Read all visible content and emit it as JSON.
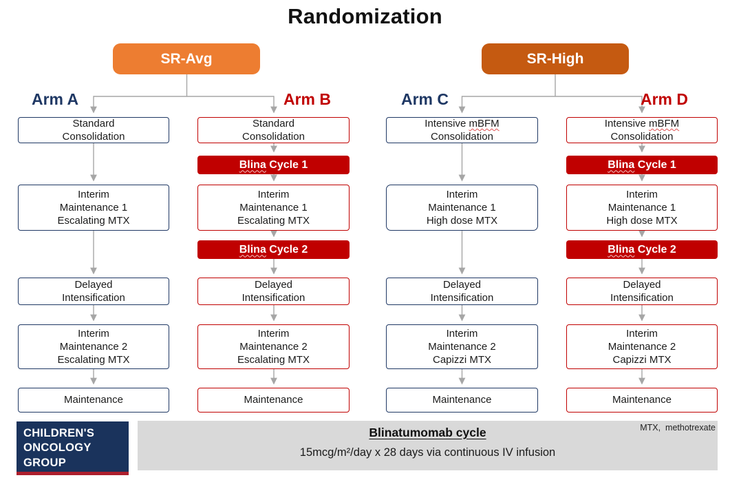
{
  "title": "Randomization",
  "risk_groups": {
    "sr_avg": {
      "label": "SR-Avg",
      "color": "#ED7D31"
    },
    "sr_high": {
      "label": "SR-High",
      "color": "#C55A11"
    }
  },
  "arms": {
    "a": {
      "label": "Arm A",
      "steps": {
        "consolidation": "Standard\nConsolidation",
        "im1": "Interim\nMaintenance 1\nEscalating MTX",
        "di": "Delayed\nIntensification",
        "im2": "Interim\nMaintenance 2\nEscalating MTX",
        "maintenance": "Maintenance"
      }
    },
    "b": {
      "label": "Arm B",
      "steps": {
        "consolidation": "Standard\nConsolidation",
        "blina1": {
          "wavy": "Blina",
          "rest": " Cycle 1"
        },
        "im1": "Interim\nMaintenance 1\nEscalating MTX",
        "blina2": {
          "wavy": "Blina",
          "rest": " Cycle 2"
        },
        "di": "Delayed\nIntensification",
        "im2": "Interim\nMaintenance 2\nEscalating MTX",
        "maintenance": "Maintenance"
      }
    },
    "c": {
      "label": "Arm C",
      "steps": {
        "consolidation": {
          "pre": "Intensive ",
          "wavy": "mBFM",
          "post": "\nConsolidation"
        },
        "im1": "Interim\nMaintenance 1\nHigh dose MTX",
        "di": "Delayed\nIntensification",
        "im2": "Interim\nMaintenance 2\nCapizzi MTX",
        "maintenance": "Maintenance"
      }
    },
    "d": {
      "label": "Arm D",
      "steps": {
        "consolidation": {
          "pre": "Intensive ",
          "wavy": "mBFM",
          "post": "\nConsolidation"
        },
        "blina1": {
          "wavy": "Blina",
          "rest": " Cycle 1"
        },
        "im1": "Interim\nMaintenance 1\nHigh dose MTX",
        "blina2": {
          "wavy": "Blina",
          "rest": " Cycle 2"
        },
        "di": "Delayed\nIntensification",
        "im2": "Interim\nMaintenance 2\nCapizzi MTX",
        "maintenance": "Maintenance"
      }
    }
  },
  "footer": {
    "logo": {
      "line1": "CHILDREN'S",
      "line2": "ONCOLOGY",
      "line3": "GROUP"
    },
    "note_title": "Blinatumomab cycle",
    "note_body": "15mcg/m²/day x 28 days via continuous IV infusion",
    "abbreviation": "MTX,  methotrexate"
  },
  "colors": {
    "sr_avg_orange": "#ED7D31",
    "sr_high_orange": "#C55A11",
    "blina_red": "#C00000",
    "arm_navy": "#1F3864",
    "arm_red": "#C00000",
    "arrow_gray": "#A6A6A6",
    "footer_gray": "#D9D9D9",
    "logo_navy": "#1A335C"
  }
}
